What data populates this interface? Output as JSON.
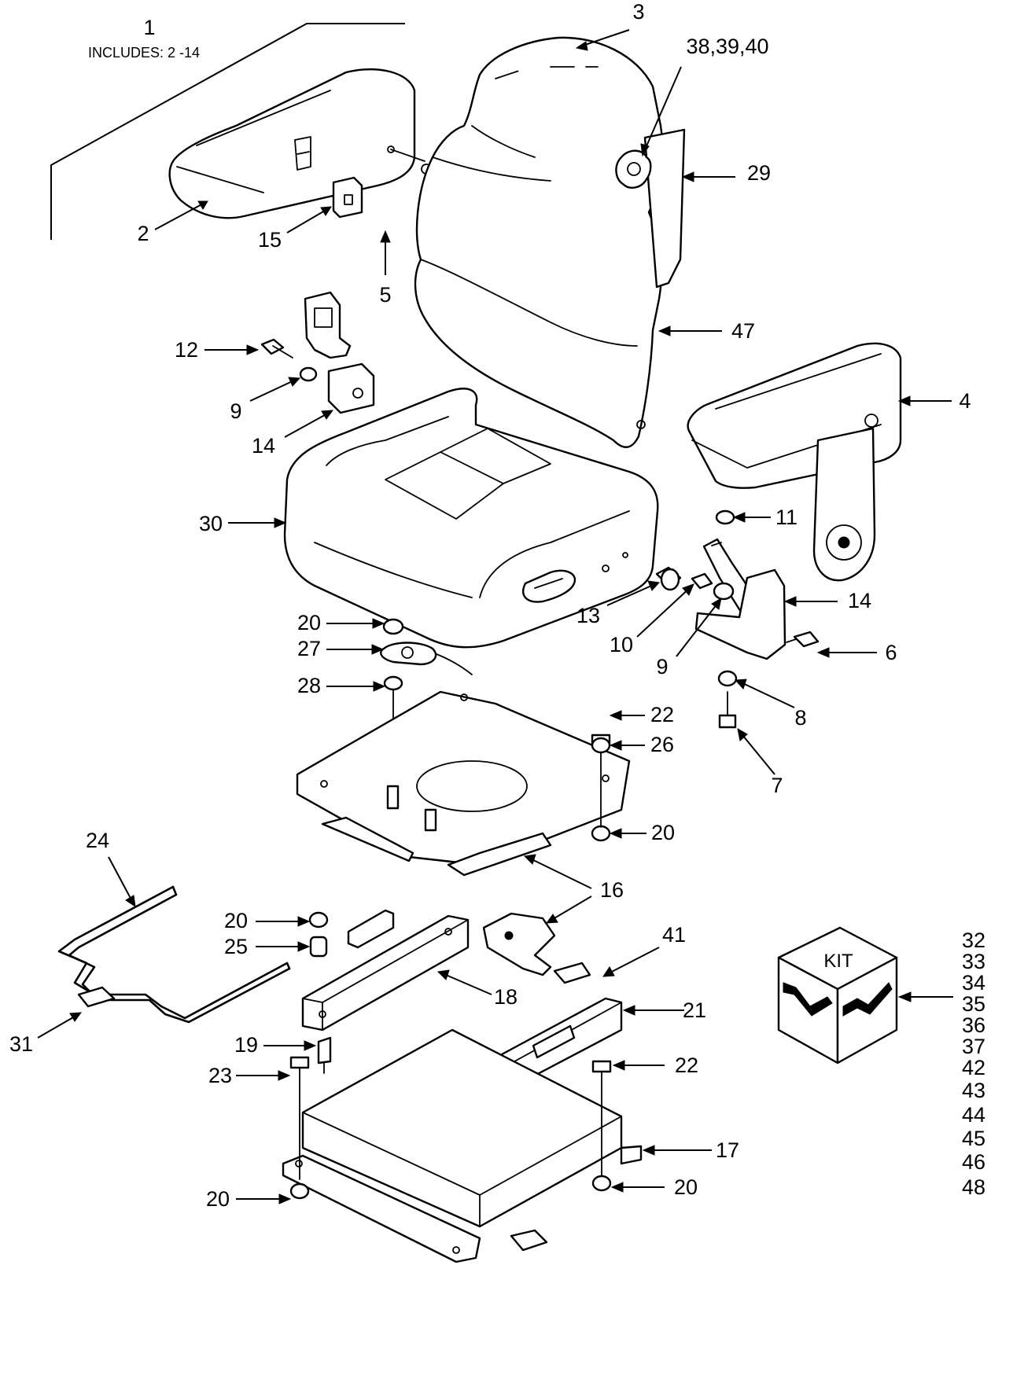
{
  "assembly": {
    "number": "1",
    "includes": "INCLUDES:  2 -14"
  },
  "callouts": {
    "c2": "2",
    "c3": "3",
    "c3839": "38,39,40",
    "c29": "29",
    "c15": "15",
    "c5": "5",
    "c47": "47",
    "c12": "12",
    "c9a": "9",
    "c14a": "14",
    "c4": "4",
    "c30": "30",
    "c11": "11",
    "c13": "13",
    "c14b": "14",
    "c10": "10",
    "c9b": "9",
    "c6": "6",
    "c20a": "20",
    "c27": "27",
    "c28": "28",
    "c22a": "22",
    "c26": "26",
    "c8": "8",
    "c7": "7",
    "c20b": "20",
    "c24": "24",
    "c16": "16",
    "c20c": "20",
    "c41": "41",
    "c25": "25",
    "c18": "18",
    "c31": "31",
    "c21": "21",
    "c19": "19",
    "c23": "23",
    "c22b": "22",
    "c17": "17",
    "c20d": "20",
    "c20e": "20"
  },
  "kit": {
    "label": "KIT",
    "items": [
      "32",
      "33",
      "34",
      "35",
      "36",
      "37",
      "42",
      "43",
      "44",
      "45",
      "46",
      "48"
    ]
  }
}
